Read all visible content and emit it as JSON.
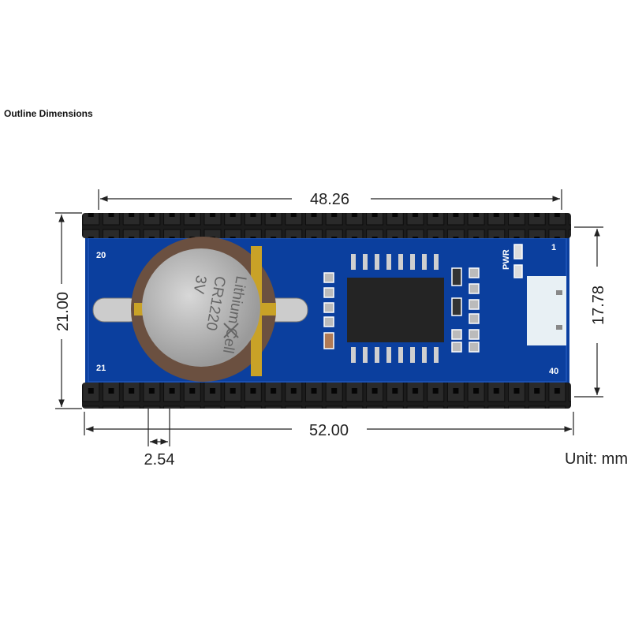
{
  "title": "Outline Dimensions",
  "dimensions": {
    "top_width": "48.26",
    "total_width": "52.00",
    "left_height": "21.00",
    "right_height": "17.78",
    "pin_pitch": "2.54",
    "unit": "Unit: mm"
  },
  "board": {
    "pin_labels": {
      "top_left": "20",
      "bottom_left": "21",
      "top_right": "1",
      "bottom_right": "40"
    },
    "pwr_label": "PWR",
    "battery": {
      "line1": "Lithium Cell",
      "line2": "CR1220",
      "line3": "3V"
    },
    "colors": {
      "pcb": "#0b3f9e",
      "header": "#1a1a1a",
      "battery": "#b8b8b8",
      "holder": "#6b5040",
      "gold": "#c9a227"
    }
  }
}
